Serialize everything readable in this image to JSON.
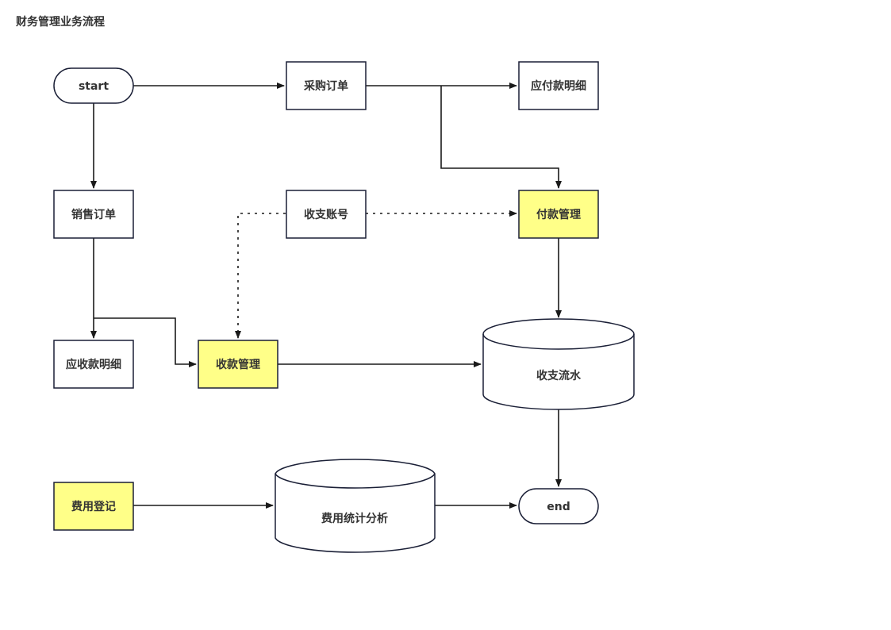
{
  "title": "财务管理业务流程",
  "colors": {
    "highlight": "#ffff88",
    "box": "#ffffff",
    "border": "#1a1f36",
    "edge": "#1a1a1a"
  },
  "nodes": {
    "start": "start",
    "purchase_order": "采购订单",
    "payable_detail": "应付款明细",
    "sales_order": "销售订单",
    "account": "收支账号",
    "payment_mgmt": "付款管理",
    "receivable_detail": "应收款明细",
    "collection_mgmt": "收款管理",
    "cash_flow": "收支流水",
    "expense_register": "费用登记",
    "expense_analysis": "费用统计分析",
    "end": "end"
  }
}
